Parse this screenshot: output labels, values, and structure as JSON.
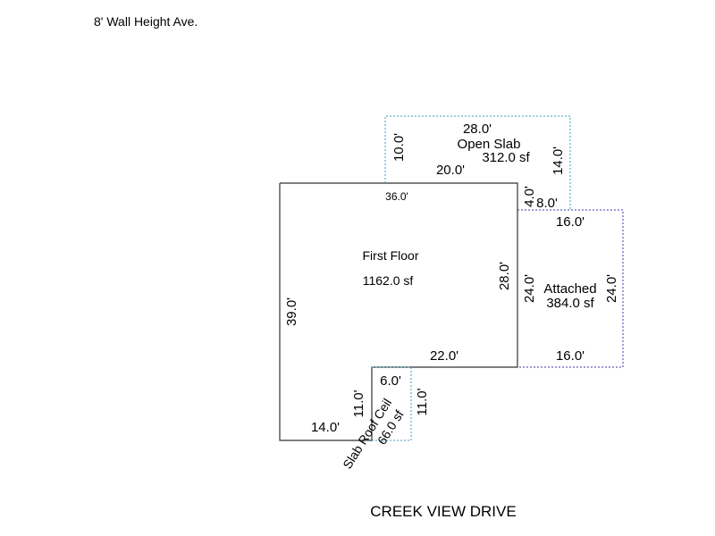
{
  "header": {
    "note": "8' Wall Height Ave."
  },
  "street": "CREEK VIEW DRIVE",
  "colors": {
    "first_floor_outline": "#333333",
    "slab_outline": "#3a9fc0",
    "attached_outline": "#3b3bb0"
  },
  "areas": {
    "first_floor": {
      "name": "First Floor",
      "area": "1162.0 sf",
      "dims": {
        "top": "36.0'",
        "left": "39.0'",
        "right": "28.0'",
        "bottom_right": "22.0'",
        "bottom_left": "14.0'",
        "notch_height": "11.0'"
      }
    },
    "open_slab": {
      "name": "Open Slab",
      "area": "312.0 sf",
      "dims": {
        "top": "28.0'",
        "left": "10.0'",
        "right": "14.0'",
        "bottom_inner": "20.0'",
        "step_height": "4.0'",
        "step_width": "8.0'"
      }
    },
    "attached": {
      "name": "Attached",
      "area": "384.0 sf",
      "dims": {
        "top": "16.0'",
        "left": "24.0'",
        "right": "24.0'",
        "bottom": "16.0'"
      }
    },
    "slab_roof": {
      "name": "Slab Roof Ceil",
      "area": "66.0 sf",
      "dims": {
        "top": "6.0'",
        "right": "11.0'"
      }
    }
  }
}
